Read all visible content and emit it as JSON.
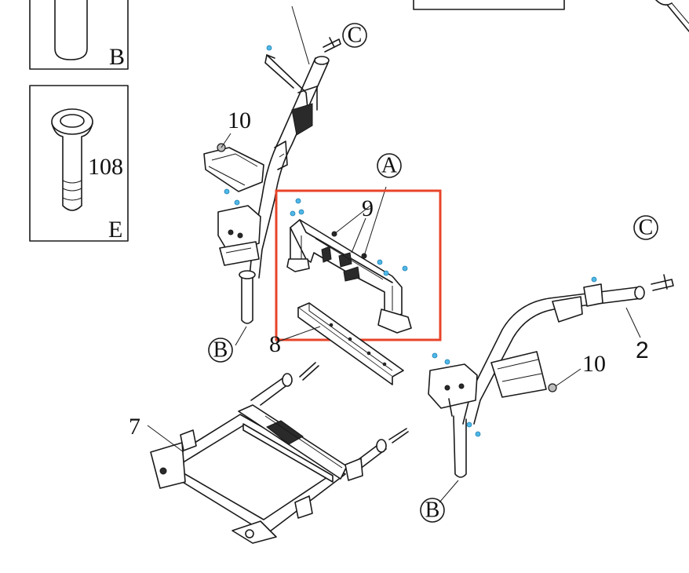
{
  "callouts": {
    "top_c": "C",
    "top_10": "10",
    "top_a": "A",
    "top_9": "9",
    "left_b": "B",
    "right_c": "C",
    "right_2": "2",
    "mid_8": "8",
    "right_10": "10",
    "left_7": "7",
    "bottom_b": "B"
  },
  "inset_boxes": {
    "box_b_label": "B",
    "box_e_label": "E",
    "box_e_part": "108"
  },
  "highlight": {
    "color": "#e8442a"
  },
  "colors": {
    "screw": "#4fb8e8",
    "line": "#1a1a1a"
  }
}
